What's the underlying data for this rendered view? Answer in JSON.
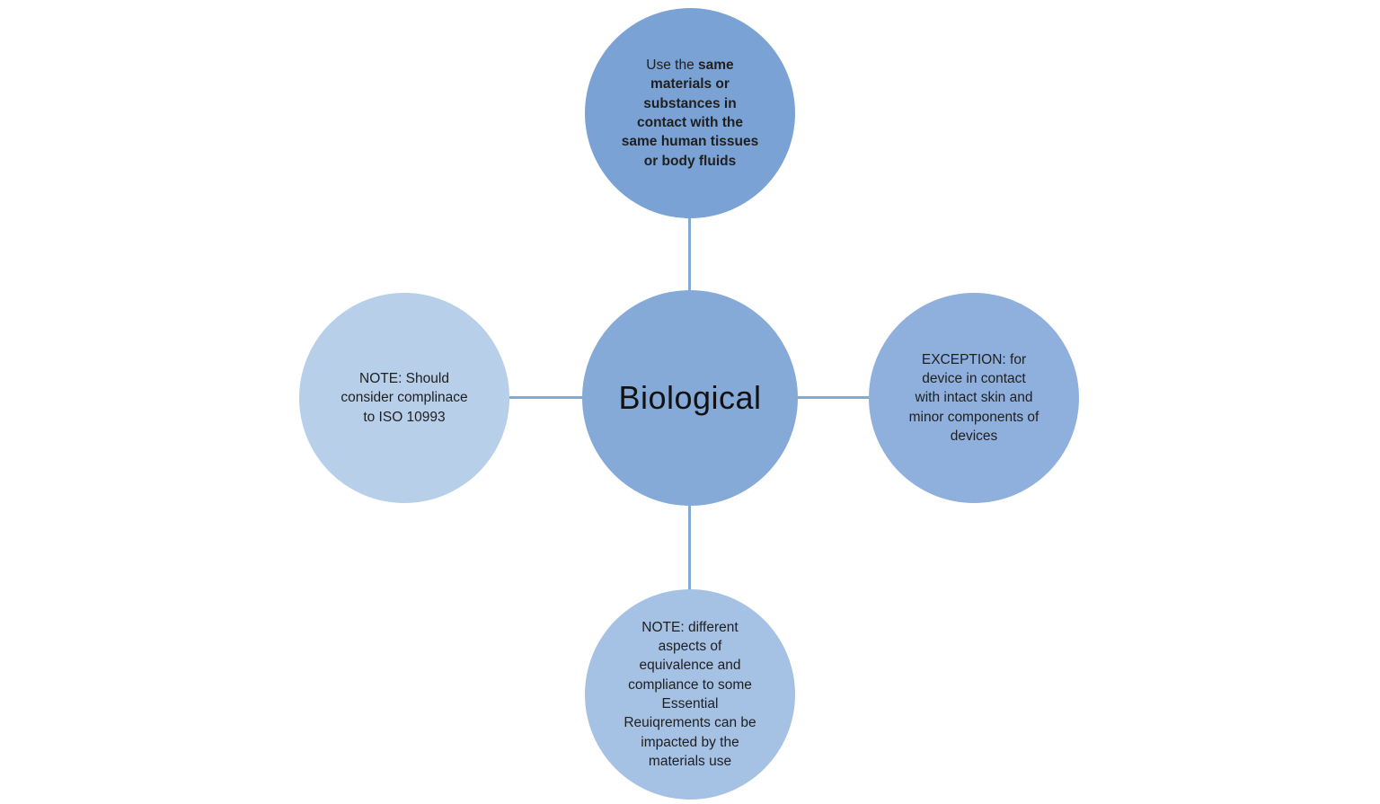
{
  "diagram": {
    "center": {
      "label": "Biological",
      "color": "#85aad8"
    },
    "nodes": {
      "top": {
        "text_regular": "Use the ",
        "text_bold": "same\nmaterials or\nsubstances in\ncontact with the\nsame human tissues\nor body fluids",
        "color": "#7aa2d4"
      },
      "right": {
        "text": "EXCEPTION: for\ndevice in contact\nwith intact skin and\nminor components of\ndevices",
        "color": "#8fb0dd"
      },
      "bottom": {
        "text": "NOTE: different\naspects of\nequivalence and\ncompliance to some\nEssential\nReuiqrements can be\nimpacted by the\nmaterials use",
        "color": "#a5c1e4"
      },
      "left": {
        "text": "NOTE: Should\nconsider complinace\nto ISO 10993",
        "color": "#b8cfe9"
      }
    },
    "colors": {
      "connector": "#85a9d6",
      "text": "#1f1f1f",
      "background": "#ffffff"
    }
  }
}
